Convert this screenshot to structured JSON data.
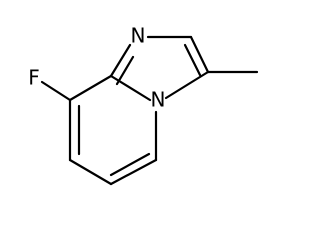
{
  "molecule": {
    "atoms": {
      "fluorine": "F",
      "n_imidazole": "N",
      "n_bridge": "N"
    }
  }
}
